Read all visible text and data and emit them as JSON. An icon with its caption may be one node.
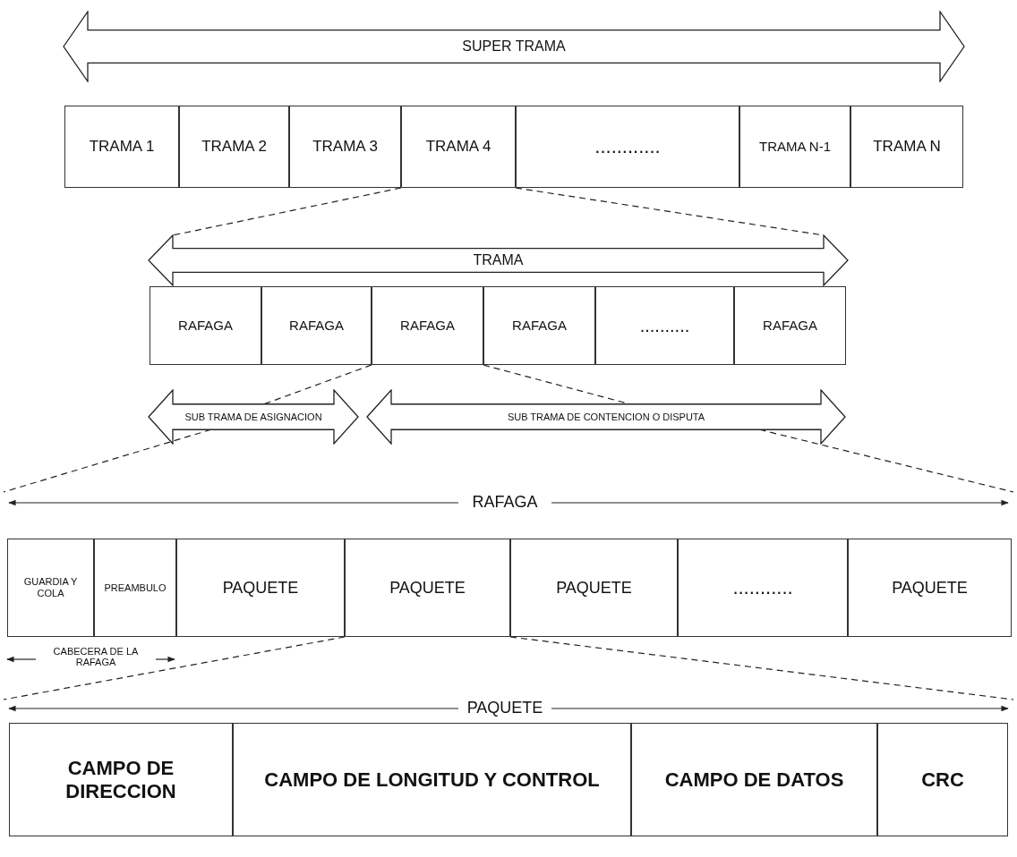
{
  "diagram": {
    "nodes": [
      {
        "text": [
          "SUPER TRAMA"
        ]
      },
      {
        "text": [
          "TRAMA 1"
        ]
      },
      {
        "text": [
          "TRAMA 2"
        ]
      },
      {
        "text": [
          "TRAMA 3"
        ]
      },
      {
        "text": [
          "TRAMA 4"
        ]
      },
      {
        "text": [
          "............"
        ]
      },
      {
        "text": [
          "TRAMA N-1"
        ]
      },
      {
        "text": [
          "TRAMA N"
        ]
      },
      {
        "text": [
          "TRAMA"
        ]
      },
      {
        "text": [
          "RAFAGA"
        ]
      },
      {
        "text": [
          "RAFAGA"
        ]
      },
      {
        "text": [
          "RAFAGA"
        ]
      },
      {
        "text": [
          "RAFAGA"
        ]
      },
      {
        "text": [
          ".........."
        ]
      },
      {
        "text": [
          "RAFAGA"
        ]
      },
      {
        "text": [
          "SUB TRAMA DE ASIGNACION"
        ]
      },
      {
        "text": [
          "SUB TRAMA DE CONTENCION O DISPUTA"
        ]
      },
      {
        "text": [
          "GUARDIA Y COLA"
        ]
      },
      {
        "text": [
          "PREAMBULO"
        ]
      },
      {
        "text": [
          "PAQUETE"
        ]
      },
      {
        "text": [
          "PAQUETE"
        ]
      },
      {
        "text": [
          "PAQUETE"
        ]
      },
      {
        "text": [
          "..........."
        ]
      },
      {
        "text": [
          "PAQUETE"
        ]
      },
      {
        "text": [
          "CAMPO DE DIRECCION"
        ]
      },
      {
        "text": [
          "CAMPO DE LONGITUD Y CONTROL"
        ]
      },
      {
        "text": [
          "CAMPO DE DATOS"
        ]
      },
      {
        "text": [
          "CRC"
        ]
      }
    ],
    "edges": [
      {
        "from": 4,
        "to": 8,
        "arrow": "none",
        "style": "dashed"
      },
      {
        "from": 4,
        "to": 8,
        "arrow": "none",
        "style": "dashed"
      },
      {
        "from": 11,
        "to": 15,
        "arrow": "none",
        "style": "dashed"
      },
      {
        "from": 11,
        "to": 16,
        "arrow": "none",
        "style": "dashed"
      },
      {
        "from": 15,
        "to": null,
        "arrow": "none",
        "style": "dashed"
      },
      {
        "from": 16,
        "to": null,
        "arrow": "none",
        "style": "dashed"
      },
      {
        "from": 20,
        "to": null,
        "arrow": "none",
        "style": "dashed"
      },
      {
        "from": 20,
        "to": null,
        "arrow": "none",
        "style": "dashed"
      }
    ],
    "labels": [
      "RAFAGA",
      "CABECERA DE LA RAFAGA",
      "PAQUETE"
    ]
  }
}
